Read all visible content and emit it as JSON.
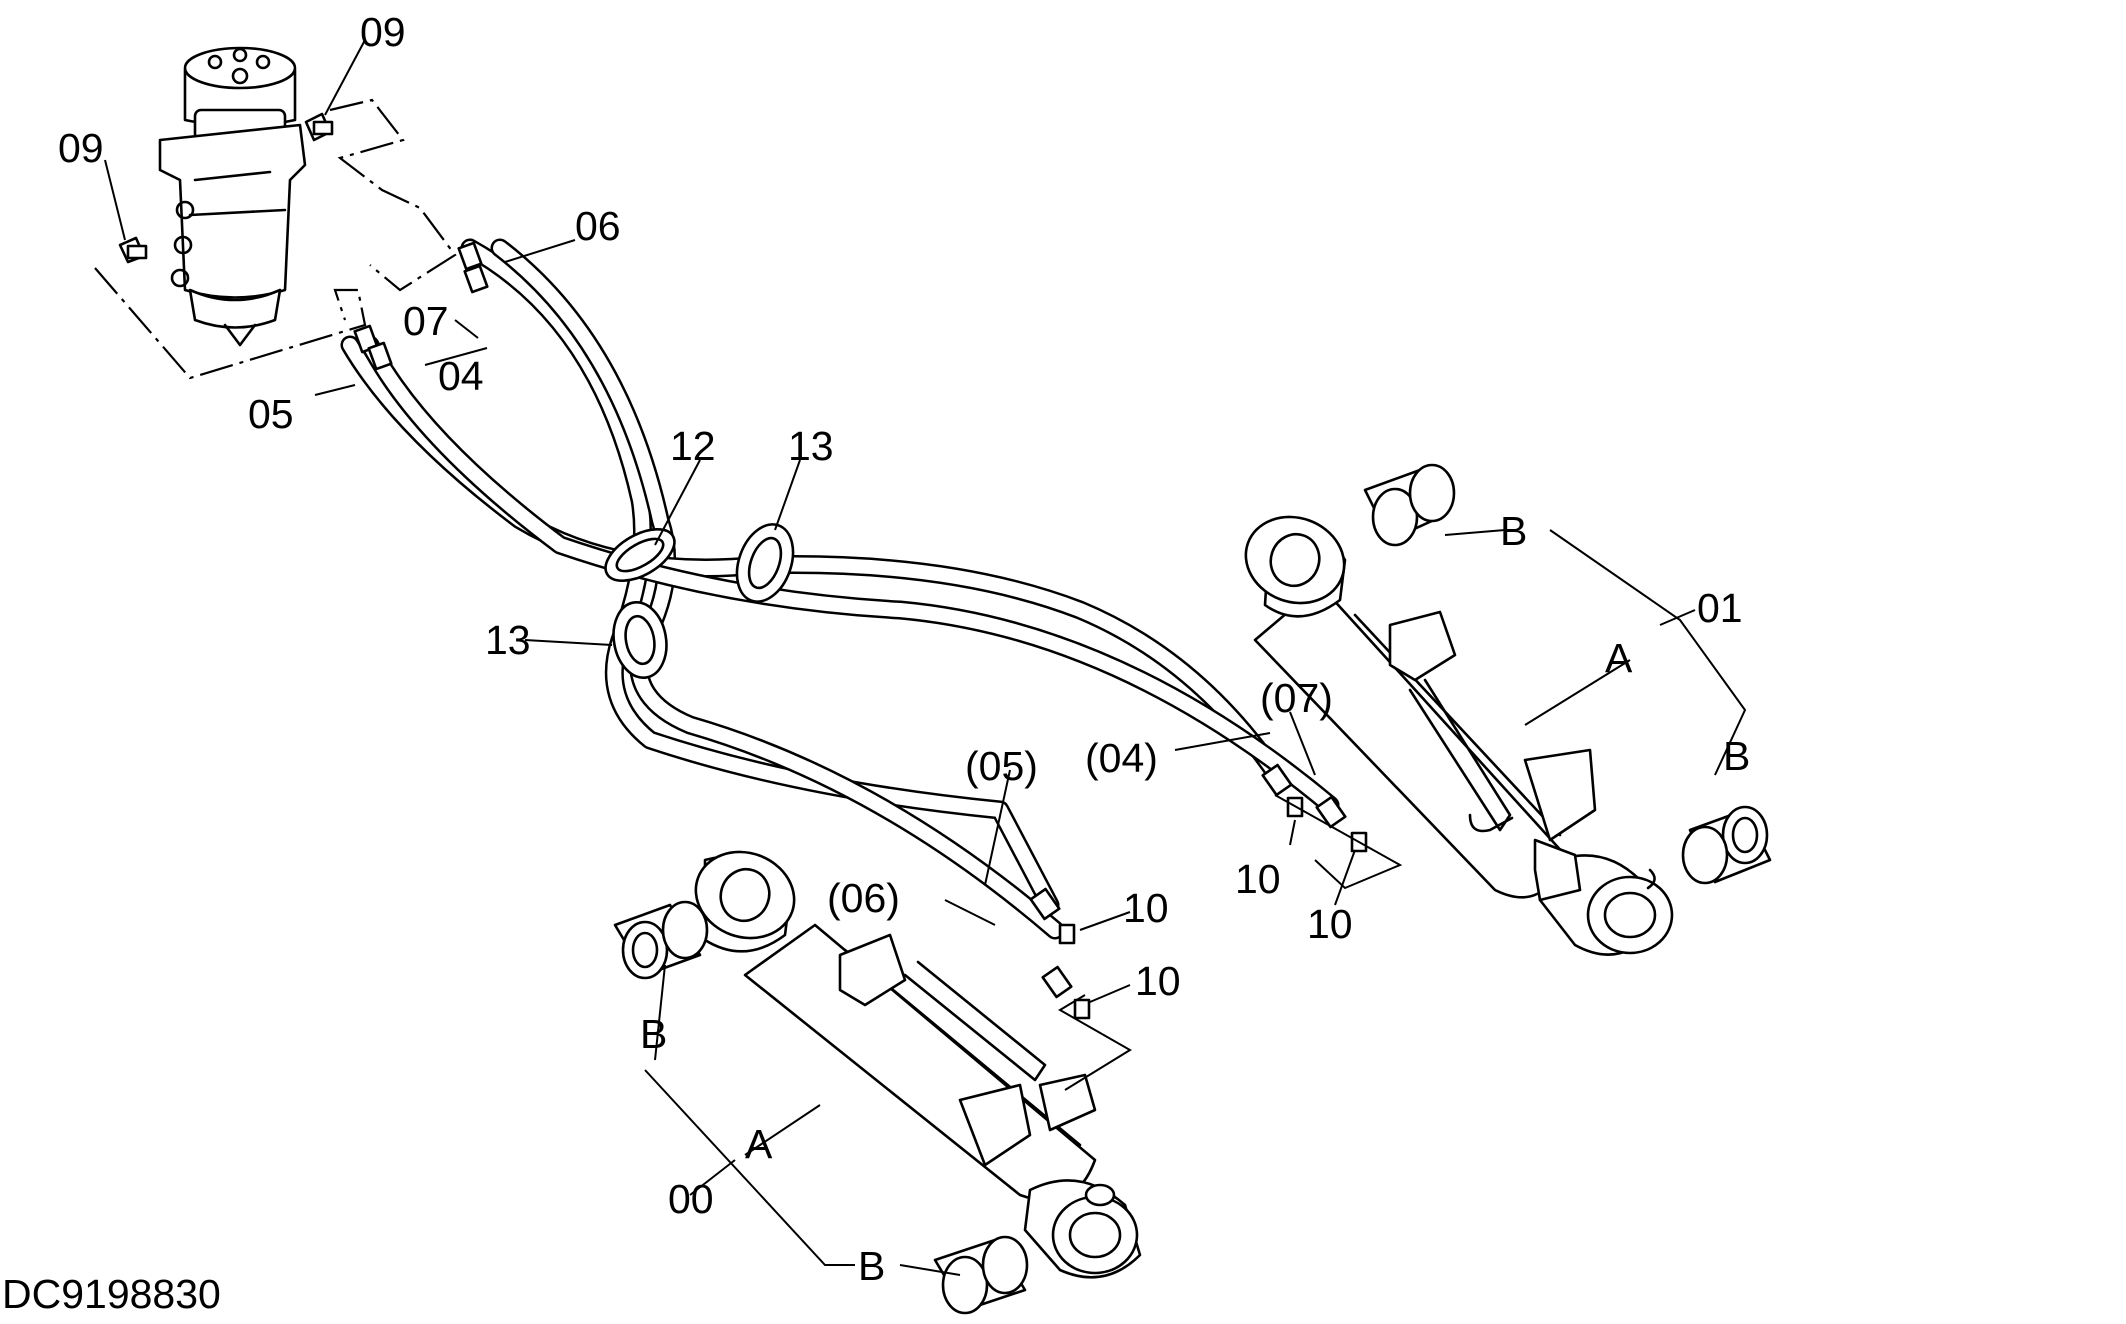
{
  "drawing": {
    "drawing_number": "DC9198830",
    "callouts": {
      "c09a": "09",
      "c09b": "09",
      "c06": "06",
      "c07": "07",
      "c04": "04",
      "c05": "05",
      "c12": "12",
      "c13a": "13",
      "c13b": "13",
      "c01": "01",
      "c00": "00",
      "p07": "(07)",
      "p04": "(04)",
      "p05": "(05)",
      "p06": "(06)",
      "c10a": "10",
      "c10b": "10",
      "c10c": "10",
      "c10d": "10",
      "a_right": "A",
      "a_left": "A",
      "b_right_top": "B",
      "b_right_bottom": "B",
      "b_left_top": "B",
      "b_left_bottom": "B"
    }
  }
}
